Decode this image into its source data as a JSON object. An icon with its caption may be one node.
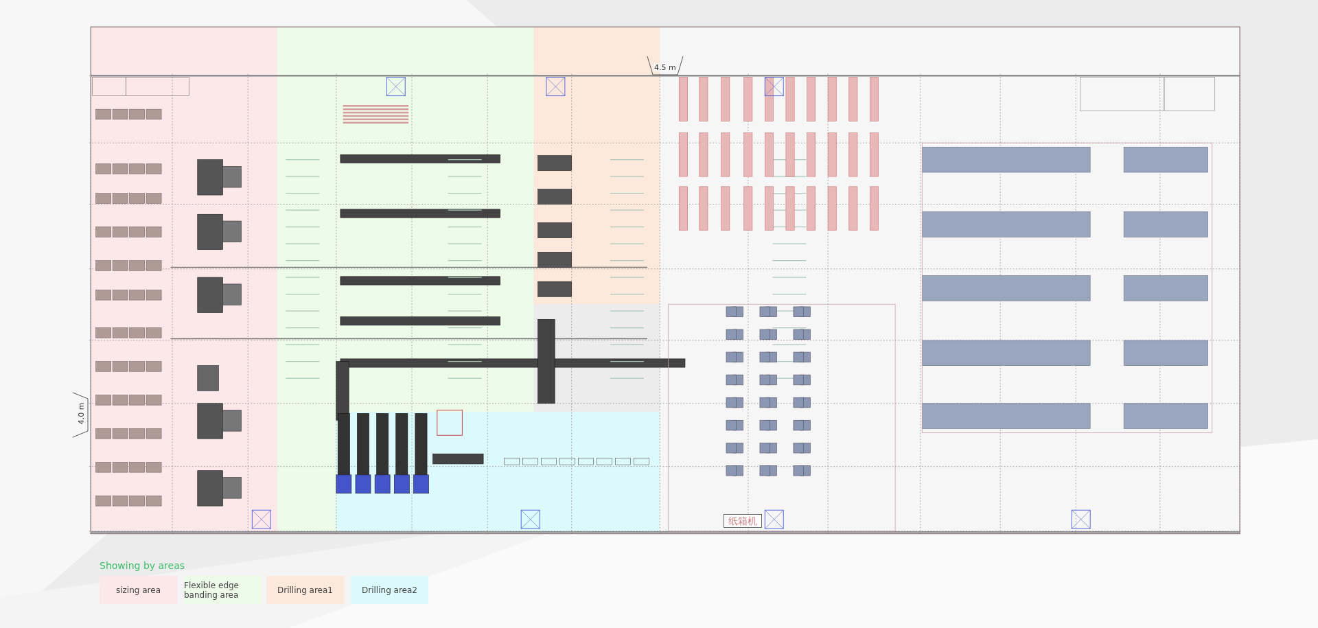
{
  "diagram": {
    "labels": [
      "4.5 m",
      "4.0 m",
      "纸箱机",
      "Showing by areas"
    ],
    "legend": [
      {
        "text": "sizing area",
        "color": "#fce8e8"
      },
      {
        "text": "Flexible edge banding area",
        "color": "#edfbe9"
      },
      {
        "text": "Drilling area1",
        "color": "#fde9dc"
      },
      {
        "text": "Drilling area2",
        "color": "#dcfafc"
      }
    ]
  }
}
